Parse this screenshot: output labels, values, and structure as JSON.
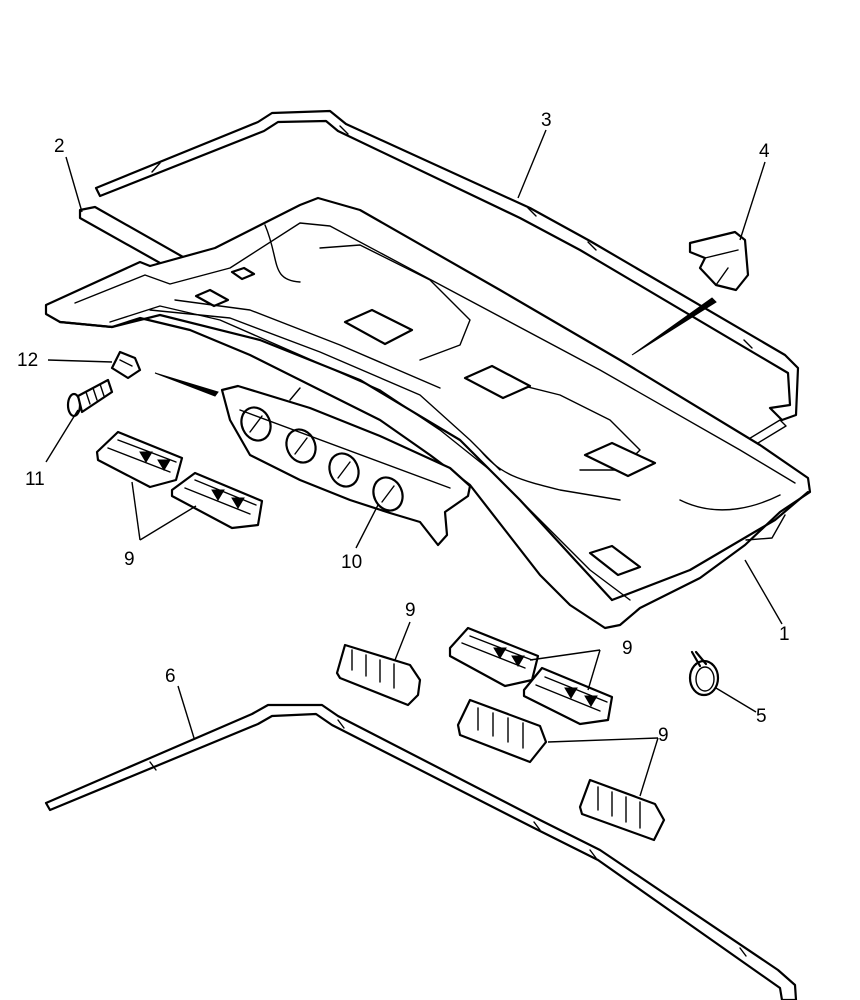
{
  "diagram": {
    "callouts": {
      "part_1": "1",
      "part_2": "2",
      "part_3": "3",
      "part_4": "4",
      "part_5": "5",
      "part_6": "6",
      "part_9_left": "9",
      "part_9_top": "9",
      "part_9_mid": "9",
      "part_9_low": "9",
      "part_10": "10",
      "part_11": "11",
      "part_12": "12"
    },
    "parts": [
      "main-panel",
      "seal-strip-2",
      "seal-strip-3",
      "clip-4",
      "hose-clamp-5",
      "seal-strip-6",
      "vent-grille-9",
      "vent-duct-10",
      "screw-11",
      "clip-nut-12"
    ]
  }
}
